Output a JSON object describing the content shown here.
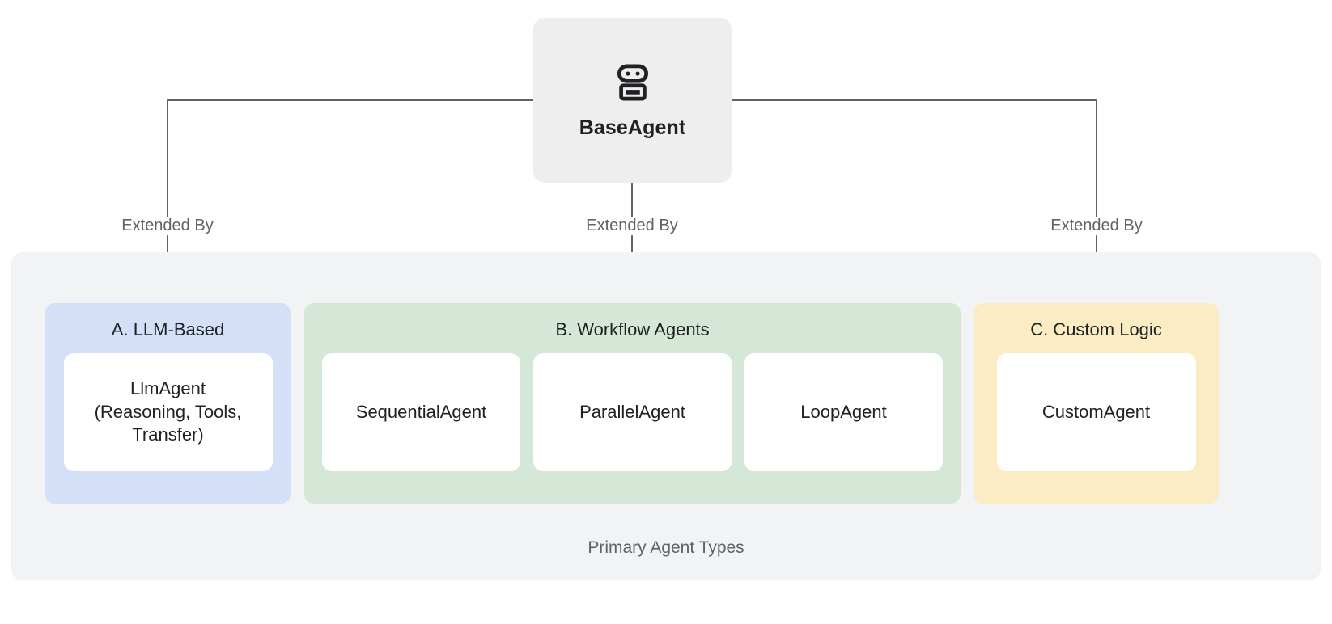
{
  "diagram": {
    "root": {
      "label": "BaseAgent",
      "icon": "robot-icon",
      "fill": "#eeeeee"
    },
    "edges": [
      {
        "label": "Extended By",
        "target": "A. LLM-Based"
      },
      {
        "label": "Extended By",
        "target": "B. Workflow Agents"
      },
      {
        "label": "Extended By",
        "target": "C. Custom Logic"
      }
    ],
    "edge_color": "#5f6368",
    "group": {
      "caption": "Primary Agent Types",
      "fill": "#f1f3f4"
    },
    "panels": [
      {
        "id": "panel-llm",
        "title": "A. LLM-Based",
        "fill": "#d3e0f8",
        "cards": [
          {
            "label": "LlmAgent\n(Reasoning, Tools,\nTransfer)"
          }
        ]
      },
      {
        "id": "panel-workflow",
        "title": "B. Workflow Agents",
        "fill": "#d5e8d8",
        "cards": [
          {
            "label": "SequentialAgent"
          },
          {
            "label": "ParallelAgent"
          },
          {
            "label": "LoopAgent"
          }
        ]
      },
      {
        "id": "panel-custom",
        "title": "C. Custom Logic",
        "fill": "#fbecc4",
        "cards": [
          {
            "label": "CustomAgent"
          }
        ]
      }
    ]
  }
}
